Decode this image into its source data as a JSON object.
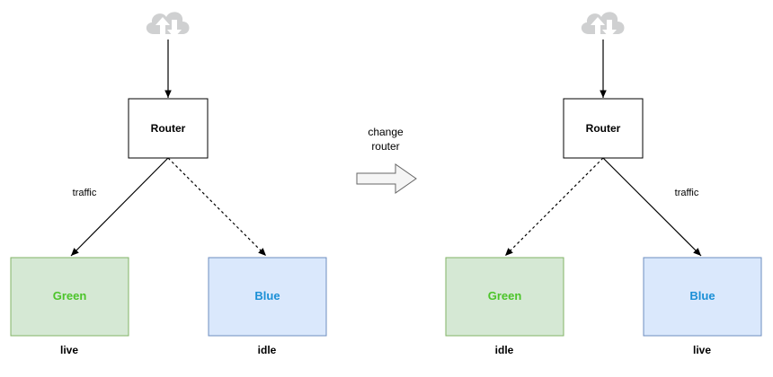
{
  "left": {
    "router": {
      "label": "Router"
    },
    "edge_label": "traffic",
    "green": {
      "label": "Green",
      "status": "live"
    },
    "blue": {
      "label": "Blue",
      "status": "idle"
    }
  },
  "transition": {
    "line1": "change",
    "line2": "router"
  },
  "right": {
    "router": {
      "label": "Router"
    },
    "edge_label": "traffic",
    "green": {
      "label": "Green",
      "status": "idle"
    },
    "blue": {
      "label": "Blue",
      "status": "live"
    }
  },
  "colors": {
    "green_fill": "#d5e8d4",
    "green_stroke": "#82b366",
    "green_text": "#4cc42a",
    "blue_fill": "#dae8fc",
    "blue_stroke": "#6c8ebf",
    "blue_text": "#1a8fd6",
    "cloud_fill": "#cfd0d1",
    "arrow_fill": "#f5f5f5",
    "arrow_stroke": "#666666"
  },
  "icons": {
    "cloud": "cloud-upload-download-icon",
    "transition": "right-block-arrow-icon"
  }
}
